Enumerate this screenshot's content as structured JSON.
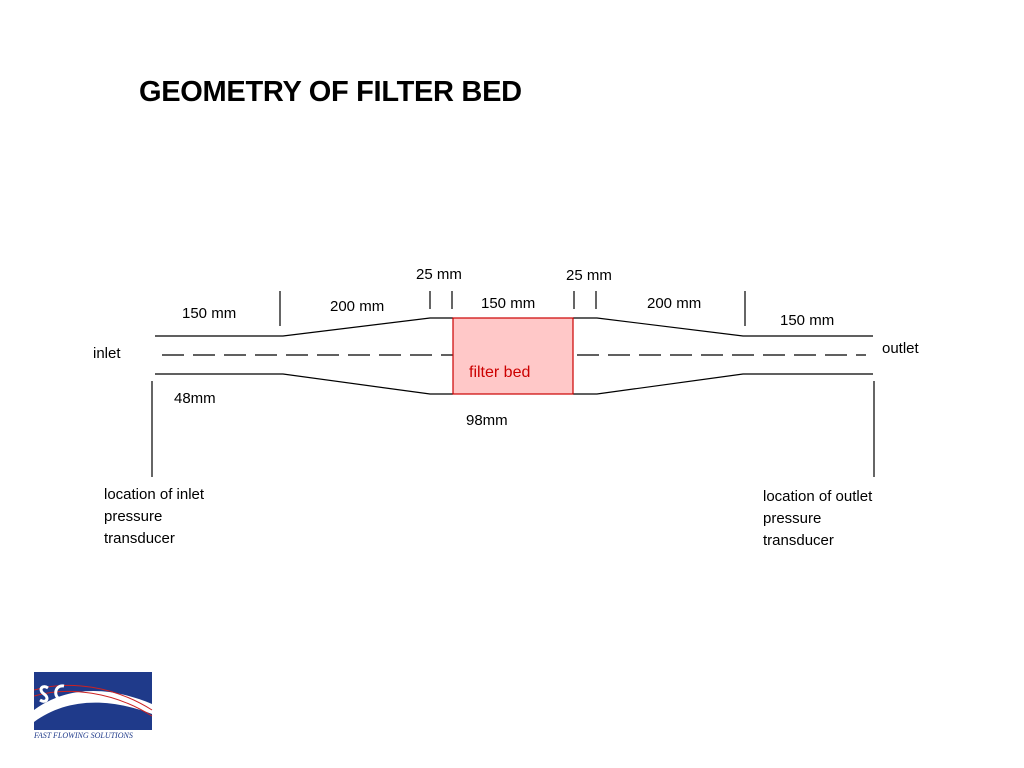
{
  "title": "GEOMETRY OF FILTER BED",
  "labels": {
    "inlet_len": "150 mm",
    "diverge_len": "200 mm",
    "gap_left": "25 mm",
    "bed_len": "150 mm",
    "gap_right": "25 mm",
    "converge_len": "200 mm",
    "outlet_len": "150 mm",
    "inlet": "inlet",
    "outlet": "outlet",
    "inlet_diameter": "48mm",
    "bed_diameter": "98mm",
    "filter_bed": "filter bed"
  },
  "inlet_transducer": [
    "location of inlet",
    "pressure",
    "transducer"
  ],
  "outlet_transducer": [
    "location of outlet",
    "pressure",
    "transducer"
  ],
  "logo": {
    "caption": "FAST FLOWING SOLUTIONS",
    "colors": {
      "blue": "#1f3a8a",
      "red": "#cc2222"
    }
  },
  "colors": {
    "bed_fill": "#ffc8c8",
    "bed_stroke": "#cc0000",
    "line": "#000000"
  }
}
